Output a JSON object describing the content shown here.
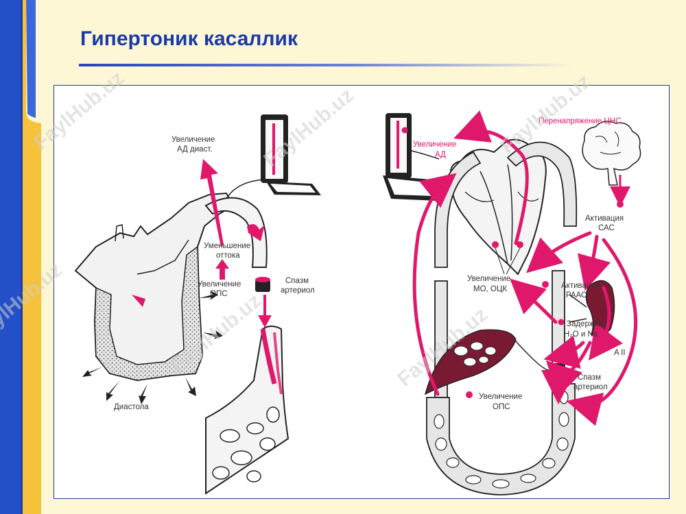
{
  "slide": {
    "title": "Гипертоник касаллик",
    "watermark": "FaylHub.uz"
  },
  "left_diagram": {
    "labels": {
      "diastolic_bp_1": "Увеличение",
      "diastolic_bp_2": "АД диаст.",
      "outflow_1": "Уменьшение",
      "outflow_2": "оттока",
      "ops_1": "Увеличение",
      "ops_2": "ОПС",
      "spasm_1": "Спазм",
      "spasm_2": "артериол",
      "diastole": "Диастола"
    }
  },
  "right_diagram": {
    "labels": {
      "bp_1": "Увеличение",
      "bp_2": "АД",
      "cns": "Перенапряжение ЦНС",
      "sas_1": "Активация",
      "sas_2": "САС",
      "mo_1": "Увеличение",
      "mo_2": "МО, ОЦК",
      "raas_1": "Активация",
      "raas_2": "РААС",
      "retention_1": "Задержка",
      "retention_2": "H₂O и Na",
      "a2": "A II",
      "spasm_1": "Спазм",
      "spasm_2": "артериол",
      "ops_1": "Увеличение",
      "ops_2": "ОПС"
    }
  },
  "colors": {
    "title": "#1a3aa8",
    "accent": "#e0186c",
    "sidebar_blue": "#2350c8",
    "sidebar_yellow": "#f6c23c",
    "background": "#fdf7d6",
    "frame_border": "#1d3c8c"
  }
}
